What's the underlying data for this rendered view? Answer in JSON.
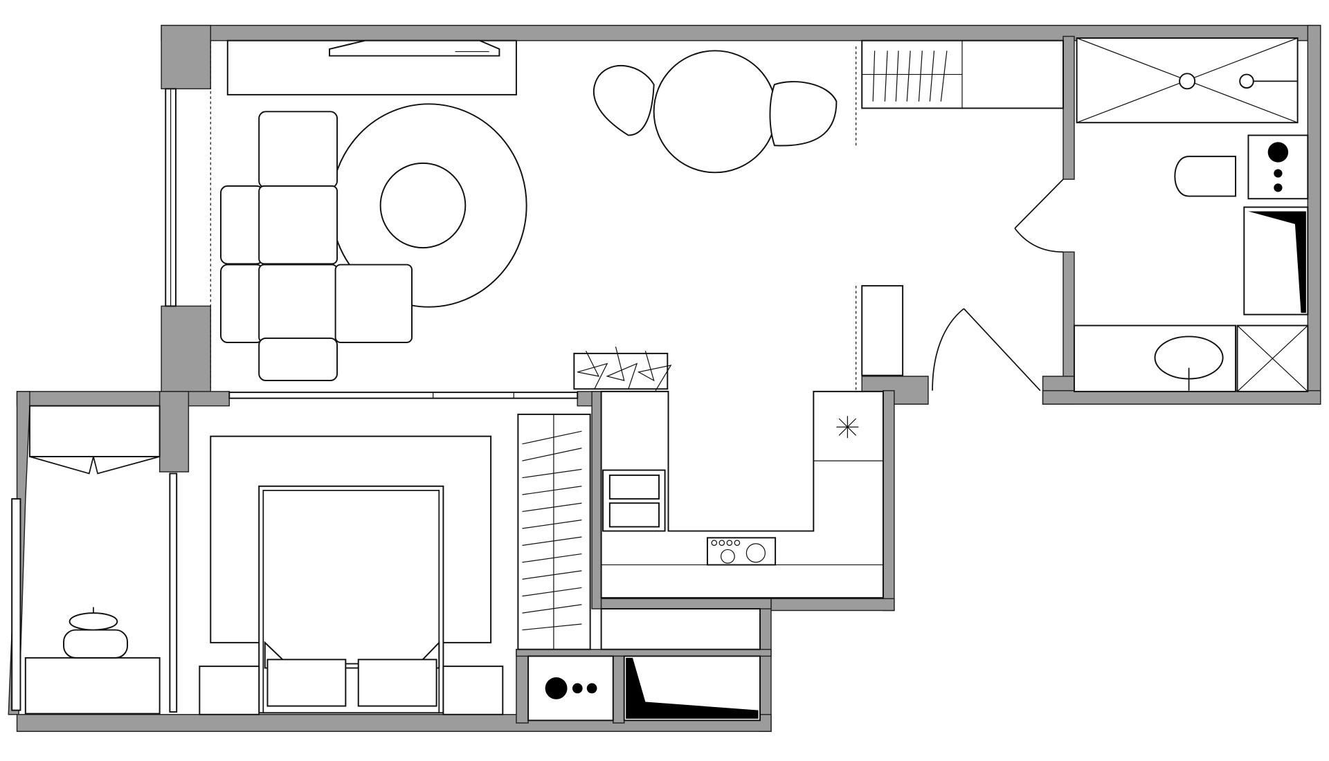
{
  "plan": {
    "type": "apartment floor plan",
    "rooms": [
      "living-room",
      "dining-area",
      "kitchen",
      "bedroom",
      "study",
      "bathroom",
      "storage"
    ]
  },
  "colors": {
    "wall": "#9c9c9c",
    "line": "#111111",
    "background": "#ffffff"
  },
  "icons": [
    "sofa-icon",
    "rug-icon",
    "tv-icon",
    "dining-table-icon",
    "armchair-icon",
    "wardrobe-icon",
    "shower-icon",
    "toilet-icon",
    "sink-icon",
    "washer-icon",
    "stove-icon",
    "bed-icon",
    "desk-icon",
    "office-chair-icon",
    "plant-icon",
    "door-icon",
    "window-icon"
  ]
}
